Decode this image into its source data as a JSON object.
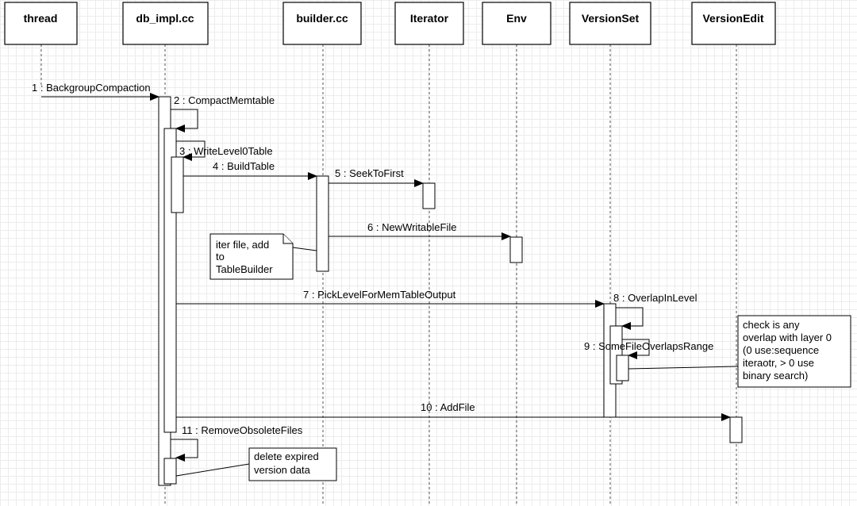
{
  "lifelines": [
    {
      "id": "thread",
      "label": "thread"
    },
    {
      "id": "db_impl",
      "label": "db_impl.cc"
    },
    {
      "id": "builder",
      "label": "builder.cc"
    },
    {
      "id": "iterator",
      "label": "Iterator"
    },
    {
      "id": "env",
      "label": "Env"
    },
    {
      "id": "versionset",
      "label": "VersionSet"
    },
    {
      "id": "versionedit",
      "label": "VersionEdit"
    }
  ],
  "messages": [
    {
      "label": "1 : BackgroupCompaction"
    },
    {
      "label": "2 : CompactMemtable"
    },
    {
      "label": "3 : WriteLevel0Table"
    },
    {
      "label": "4 : BuildTable"
    },
    {
      "label": "5 : SeekToFirst"
    },
    {
      "label": "6 : NewWritableFile"
    },
    {
      "label": "7 : PickLevelForMemTableOutput"
    },
    {
      "label": "8 : OverlapInLevel"
    },
    {
      "label": "9 : SomeFileOverlapsRange"
    },
    {
      "label": "10 : AddFile"
    },
    {
      "label": "11 : RemoveObsoleteFiles"
    }
  ],
  "notes": [
    {
      "lines": [
        "iter file, add",
        "to",
        "TableBuilder"
      ]
    },
    {
      "lines": [
        "check is any",
        "overlap with layer 0",
        "(0 use:sequence",
        "iteraotr, > 0 use",
        "binary search)"
      ]
    },
    {
      "lines": [
        "delete expired",
        "version data"
      ]
    }
  ]
}
